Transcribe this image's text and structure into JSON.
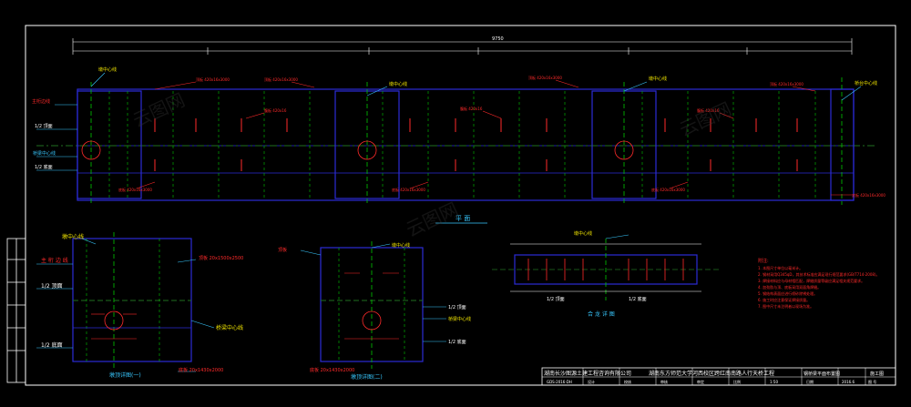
{
  "colors": {
    "background": "#000000",
    "frame": "#ffffff",
    "steel": "#2b2bd6",
    "centerline": "#00c800",
    "axis": "#1f6f1f",
    "label_red": "#ff2a2a",
    "label_yellow": "#f2e600",
    "label_cyan": "#38c8ff",
    "dim_line": "#ffffff",
    "title_text": "#ffffff",
    "watermark": "#3a3a3a"
  },
  "plan": {
    "title": "平 面",
    "top_dim": "9750",
    "labels": {
      "bridge_center_1": "墩中心线",
      "bridge_center_2": "墩中心线",
      "bridge_center_3": "墩中心线",
      "abutment_center": "桥台中心线",
      "main_girder_edge": "主桁边线",
      "half_top": "1/2 顶面",
      "half_bottom": "1/2 底面",
      "bridge_axis": "桥梁中心线"
    },
    "red_labels": [
      "顶板 420x16x3000",
      "顶板 420x16x3000",
      "顶板 420x16x3000",
      "顶板 420x16x3000",
      "底板 420x16x3000",
      "底板 420x16x3000",
      "底板 420x16x3000",
      "底板 420x16x3000",
      "腹板 420x16",
      "腹板 420x16",
      "腹板 420x16"
    ]
  },
  "detail1": {
    "title": "墩顶详图(一)",
    "pier_center": "墩中心线",
    "girder_edge": "主 桁 边 线",
    "half_top": "1/2 顶面",
    "half_bottom": "1/2 底面",
    "bridge_axis": "桥梁中心线",
    "top_plate": "顶板 20x1500x2500",
    "bottom_plate": "底板 20x1430x2000"
  },
  "detail2": {
    "title": "墩顶详图(二)",
    "pier_center": "墩中心线",
    "top_label": "顶板",
    "half_top": "1/2 顶面",
    "half_bottom": "1/2 底面",
    "bridge_axis": "桥梁中心线",
    "bottom_plate": "底板 20x1430x2000"
  },
  "detail3": {
    "title": "合 龙 详 图",
    "center": "墩中心线",
    "half_top": "1/2 顶面",
    "half_bottom": "1/2 底面"
  },
  "notes": {
    "heading": "附注:",
    "lines": [
      "1. 本图尺寸单位以毫米计。",
      "2. 钢材采用Q345qD，其技术标准应满足现行规范要求(GB/T714-2008)。",
      "3. 焊接材料应与母材相匹配，焊缝质量等级应满足相关规范要求。",
      "4. 加劲肋与顶、底板采用双面角焊缝。",
      "5. 钢结构表面应进行喷砂除锈处理。",
      "6. 施工时应注意保证焊接质量。",
      "7. 图中尺寸未注明者以现场为准。"
    ]
  },
  "title_block": {
    "company": "湖南长沙图源土建工程咨询有限公司",
    "project": "湖南东方师范大学河西校区跨红南南路人行天桥工程",
    "drawing_name": "钢桥梁平面布置图",
    "stage": "施工图",
    "row1": [
      "设计",
      "校核",
      "审核",
      "审定",
      "比例",
      "图 号"
    ],
    "row2": [
      "GDS-2016-DH",
      "施工图"
    ],
    "scale": "1:50",
    "date": "2016.6",
    "date_label": "日期"
  },
  "watermark": "云图网"
}
